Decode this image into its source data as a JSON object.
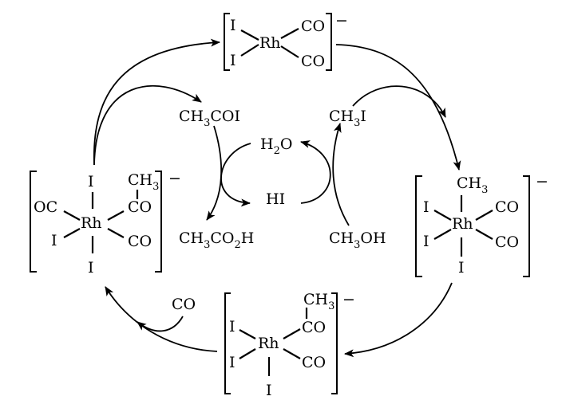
{
  "species": {
    "top": {
      "charge": "−",
      "rh": "Rh",
      "ligands": {
        "i_top": "I",
        "i_bottom": "I",
        "co_top": "CO",
        "co_bottom": "CO"
      }
    },
    "left": {
      "charge": "−",
      "rh": "Rh",
      "ligands": {
        "i_axial_top": "I",
        "i_axial_bottom": "I",
        "oc": "OC",
        "i_left": "I",
        "co_bottom": "CO"
      },
      "acetyl": {
        "ch": "CH",
        "sub": "3",
        "co": "CO"
      }
    },
    "right": {
      "charge": "−",
      "rh": "Rh",
      "ligands": {
        "i_top": "I",
        "i_bottom": "I",
        "i_axial": "I",
        "co_top": "CO",
        "co_bottom": "CO"
      },
      "methyl": {
        "ch": "CH",
        "sub": "3"
      }
    },
    "bottom": {
      "charge": "−",
      "rh": "Rh",
      "ligands": {
        "i_top": "I",
        "i_bottom": "I",
        "i_axial": "I",
        "co_bottom": "CO"
      },
      "acetyl": {
        "ch": "CH",
        "sub": "3",
        "co": "CO"
      }
    }
  },
  "reagents": {
    "ch3coi": {
      "a": "CH",
      "sub": "3",
      "b": "COI"
    },
    "ch3i": {
      "a": "CH",
      "sub": "3",
      "b": "I"
    },
    "h2o": {
      "a": "H",
      "sub": "2",
      "b": "O"
    },
    "hi": "HI",
    "ch3co2h": {
      "a": "CH",
      "sub1": "3",
      "b": "CO",
      "sub2": "2",
      "c": "H"
    },
    "ch3oh": {
      "a": "CH",
      "sub": "3",
      "b": "OH"
    },
    "co": "CO"
  }
}
